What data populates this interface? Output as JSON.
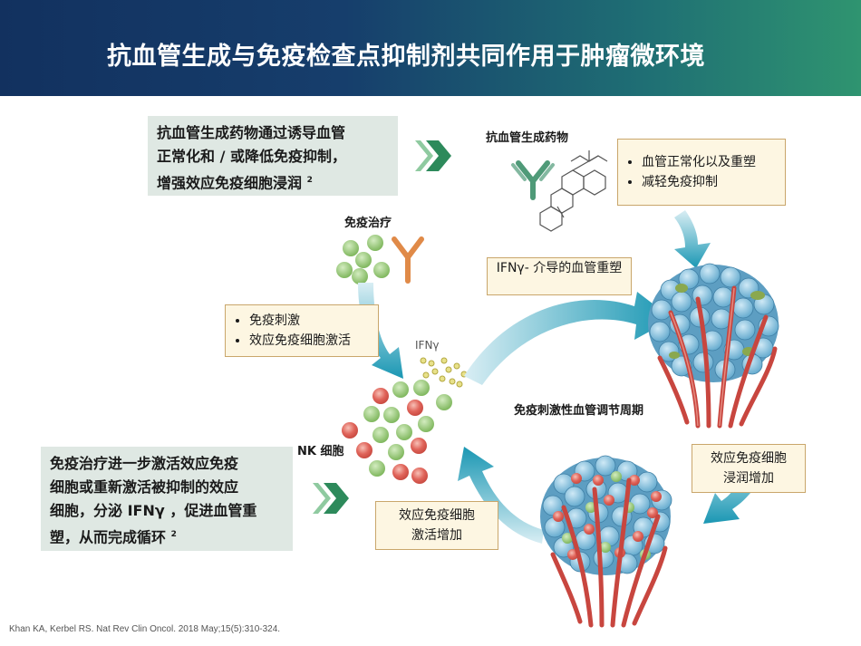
{
  "title": "抗血管生成与免疫检查点抑制剂共同作用于肿瘤微环境",
  "top_left_box": {
    "lines": [
      "抗血管生成药物通过诱导血管",
      "正常化和 / 或降低免疫抑制，",
      "增强效应免疫细胞浸润"
    ],
    "superscript": "2"
  },
  "anti_angio_label": "抗血管生成药物",
  "anti_angio_effects": [
    "血管正常化以及重塑",
    "减轻免疫抑制"
  ],
  "immunotherapy_label": "免疫治疗",
  "immuno_effects": [
    "免疫刺激",
    "效应免疫细胞激活"
  ],
  "ifn_label": "IFNγ",
  "ifn_box": "IFNγ- 介导的血管重塑",
  "cycle_label": "免疫刺激性血管调节周期",
  "nk_label": "NK 细胞",
  "infiltration_box": "效应免疫细胞浸润增加",
  "activation_box": "效应免疫细胞激活增加",
  "bottom_left_box": {
    "lines": [
      "免疫治疗进一步激活效应免疫",
      "细胞或重新激活被抑制的效应",
      "细胞，分泌 IFNγ ，促进血管重",
      "塑，从而完成循环"
    ],
    "superscript": "2"
  },
  "citation": "Khan KA, Kerbel RS. Nat Rev Clin Oncol. 2018 May;15(5):310-324.",
  "colors": {
    "header_start": "#12315f",
    "header_end": "#2f9470",
    "arrow_teal": "#1a97b3",
    "green_cell": "#8cc36a",
    "red_cell": "#e0645a",
    "antibody_green": "#4f9a78",
    "antibody_orange": "#e08a48",
    "vessel_red": "#c8463f",
    "tumor_blue": "#78b8d6"
  }
}
